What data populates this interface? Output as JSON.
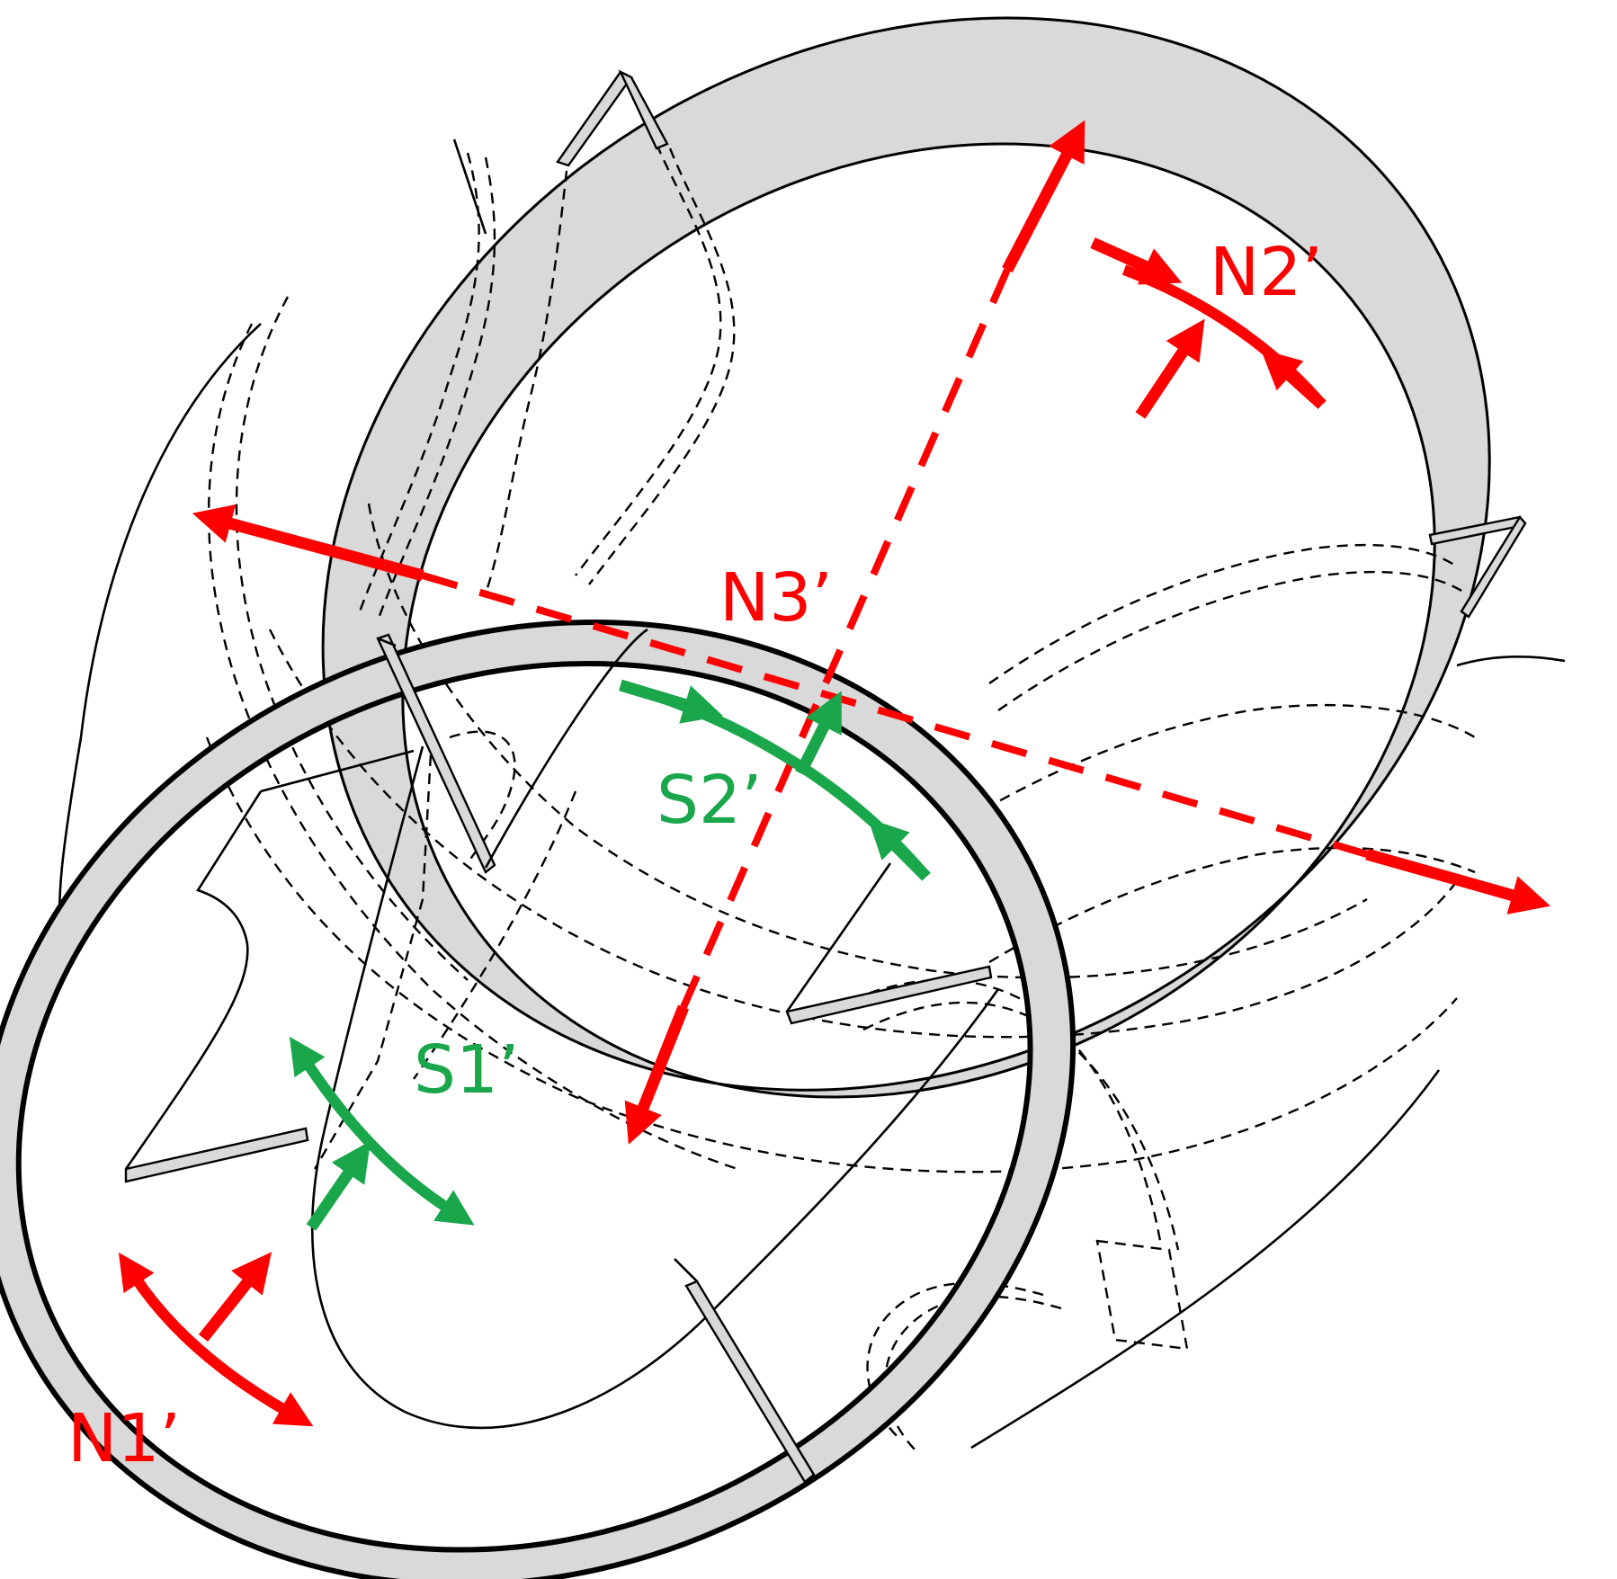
{
  "colors": {
    "normal": "#ff0000",
    "shear": "#1aa64b",
    "ring_fill": "#d9d9d9",
    "line": "#000000"
  },
  "labels": {
    "n1": "N1’",
    "n2": "N2’",
    "n3": "N3’",
    "s1": "S1’",
    "s2": "S2’"
  }
}
